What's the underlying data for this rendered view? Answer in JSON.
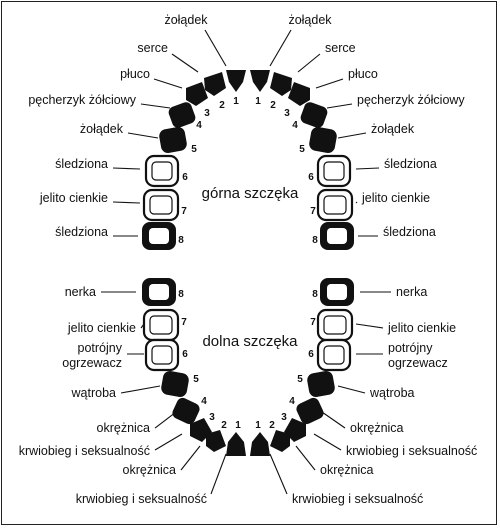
{
  "colors": {
    "ink": "#111111",
    "background": "#ffffff"
  },
  "upper": {
    "title": "górna szczęka",
    "left_labels": [
      "żołądek",
      "serce",
      "płuco",
      "pęcherzyk żółciowy",
      "żołądek",
      "śledziona",
      "jelito cienkie",
      "śledziona"
    ],
    "right_labels": [
      "żołądek",
      "serce",
      "płuco",
      "pęcherzyk żółciowy",
      "żołądek",
      "śledziona",
      "jelito cienkie",
      "śledziona"
    ],
    "numbers": [
      "1",
      "2",
      "3",
      "4",
      "5",
      "6",
      "7",
      "8"
    ]
  },
  "lower": {
    "title": "dolna szczęka",
    "left_labels": [
      "nerka",
      "jelito cienkie",
      "potrójny ogrzewacz",
      "wątroba",
      "okrężnica",
      "krwiobieg i seksualność",
      "okrężnica",
      "krwiobieg i seksualność"
    ],
    "right_labels": [
      "nerka",
      "jelito cienkie",
      "potrójny ogrzewacz",
      "wątroba",
      "okrężnica",
      "krwiobieg i seksualność",
      "okrężnica",
      "krwiobieg i seksualność"
    ],
    "numbers": [
      "8",
      "7",
      "6",
      "5",
      "4",
      "3",
      "2",
      "1"
    ]
  }
}
